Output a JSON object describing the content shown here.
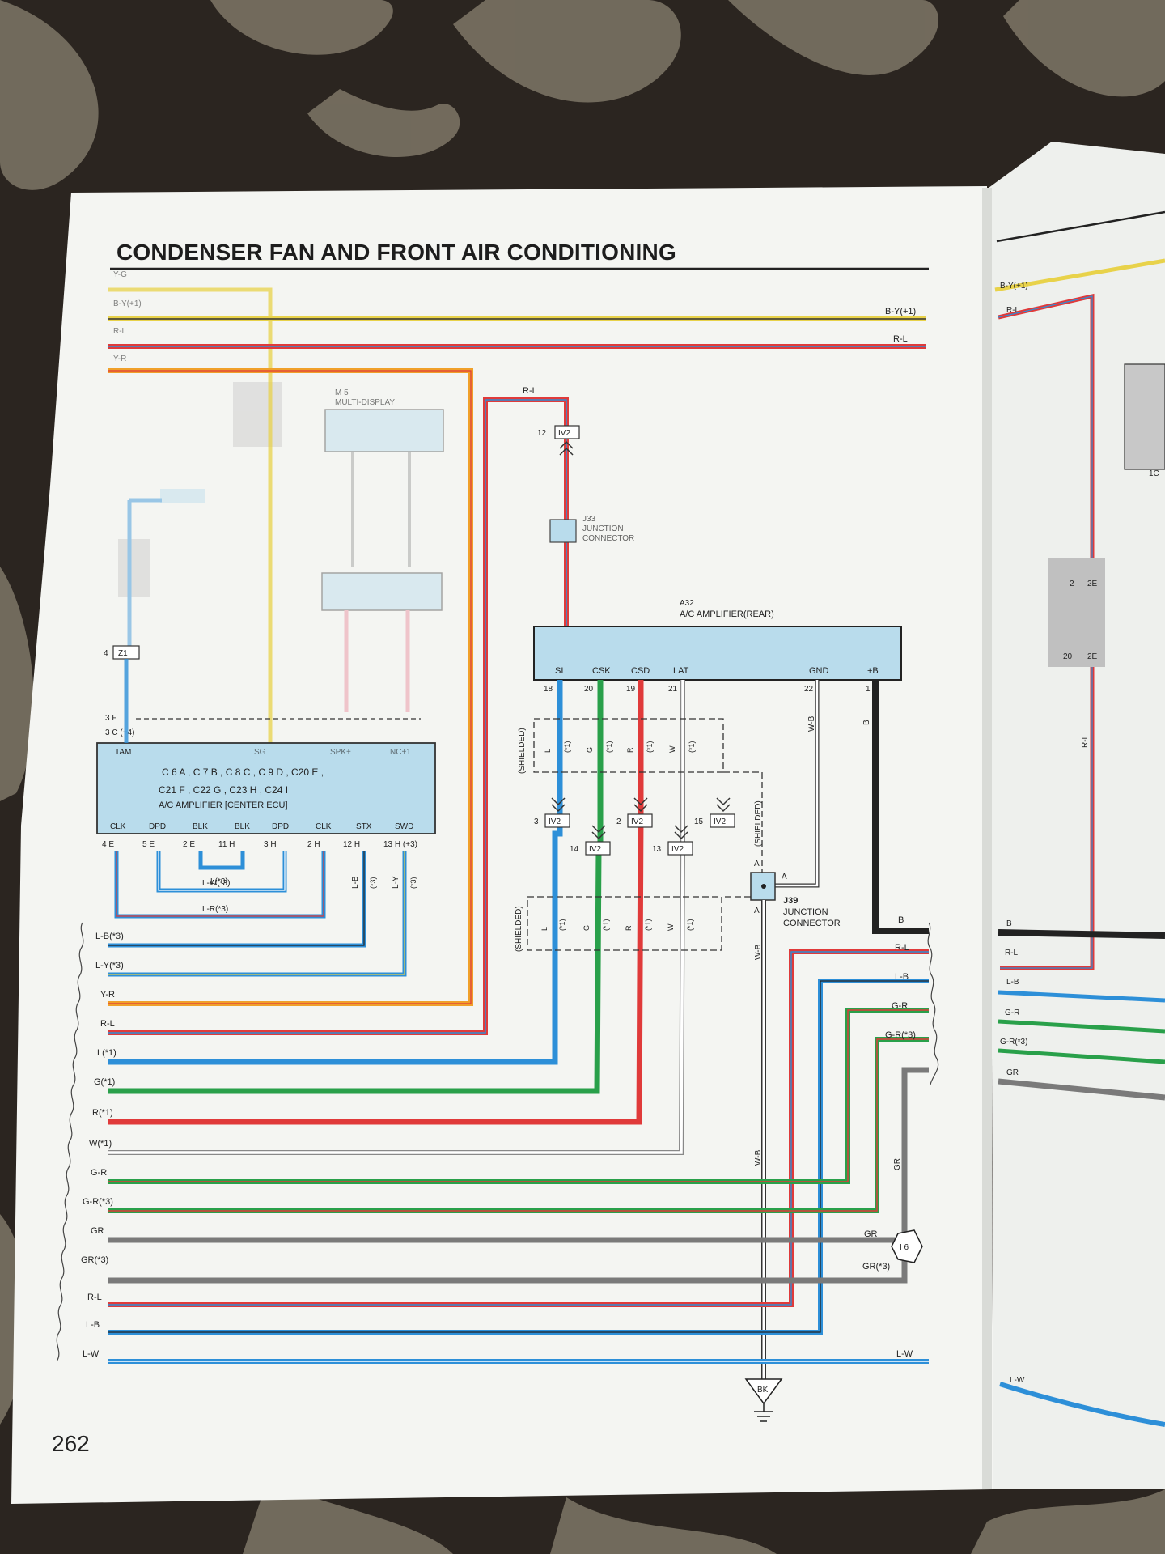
{
  "page": {
    "title": "CONDENSER FAN AND FRONT AIR CONDITIONING",
    "page_number": "262"
  },
  "colors": {
    "fabric": "#2b2520",
    "fabric_pattern": "#8a8270",
    "paper": "#f4f5f2",
    "component_fill": "#b9dcec",
    "wire_R": "#e03a3a",
    "wire_L": "#2d8fd8",
    "wire_G": "#29a04a",
    "wire_Y": "#e8d24a",
    "wire_O": "#f0a02a",
    "wire_B": "#222222",
    "wire_W": "#ffffff",
    "wire_GR": "#7a7a7a"
  },
  "top_bus": {
    "faded_labels": [
      "Y-G",
      "B-Y(+1)",
      "R-L",
      "Y-R"
    ],
    "right_labels": [
      "B-Y(+1)",
      "R-L"
    ]
  },
  "components": {
    "multi_display": {
      "ref": "M 5",
      "name": "MULTI-DISPLAY"
    },
    "j33": {
      "ref": "J33",
      "line1": "JUNCTION",
      "line2": "CONNECTOR"
    },
    "a32": {
      "ref": "A32",
      "name": "A/C AMPLIFIER(REAR)",
      "pins": [
        "SI",
        "CSK",
        "CSD",
        "LAT",
        "GND",
        "+B"
      ],
      "pin_numbers": [
        "18",
        "20",
        "19",
        "21",
        "22",
        "1"
      ]
    },
    "center_ecu": {
      "name": "A/C AMPLIFIER [CENTER ECU]",
      "top_pins": [
        "TAM",
        "SG",
        "SPK+",
        "NC+1"
      ],
      "connector_line1": "C 6 A , C 7 B , C 8 C , C 9 D , C20 E ,",
      "connector_line2": "C21 F , C22 G , C23 H , C24 I",
      "bottom_pins": [
        "CLK",
        "DPD",
        "BLK",
        "BLK",
        "DPD",
        "CLK",
        "STX",
        "SWD"
      ],
      "bottom_pin_codes": [
        "4 E",
        "5 E",
        "2 E",
        "11 H",
        "3 H",
        "2 H",
        "12 H",
        "13 H (+3)"
      ],
      "left_pin_codes": [
        "3 F",
        "3 C (+4)"
      ]
    },
    "j39": {
      "ref": "J39",
      "line1": "JUNCTION",
      "line2": "CONNECTOR",
      "pin": "A"
    },
    "ground": {
      "label": "BK"
    },
    "splice": {
      "label": "I 6"
    }
  },
  "connectors": {
    "iv2_top": {
      "pin": "12",
      "name": "IV2"
    },
    "iv2_row1": [
      {
        "pin": "3",
        "name": "IV2"
      },
      {
        "pin": "2",
        "name": "IV2"
      },
      {
        "pin": "15",
        "name": "IV2"
      }
    ],
    "iv2_row2": [
      {
        "pin": "14",
        "name": "IV2"
      },
      {
        "pin": "13",
        "name": "IV2"
      }
    ],
    "small_left": {
      "pin": "4",
      "name": "Z1"
    }
  },
  "wire_labels": {
    "r_l_top": "R-L",
    "shielded": "(SHIELDED)",
    "shield_upper": [
      "L",
      "(*1)",
      "G",
      "(*1)",
      "R",
      "(*1)",
      "W",
      "(*1)"
    ],
    "shield_lower": [
      "L",
      "(*1)",
      "G",
      "(*1)",
      "R",
      "(*1)",
      "W",
      "(*1)"
    ],
    "w_b": "W-B",
    "b": "B",
    "l_b_v": "L-B",
    "l_y_v": "L-Y",
    "plus3": "(*3)",
    "l_plus3": "L(*3)",
    "l_w_plus3": "L-W(*3)",
    "l_r_plus3": "L-R(*3)",
    "gr_v": "GR",
    "gr_splice_top": "GR",
    "gr_splice_bot": "GR(*3)"
  },
  "bus_left": [
    "L-B(*3)",
    "L-Y(*3)",
    "Y-R",
    "R-L",
    "L(*1)",
    "G(*1)",
    "R(*1)",
    "W(*1)",
    "G-R",
    "G-R(*3)",
    "GR",
    "GR(*3)",
    "R-L",
    "L-B",
    "L-W"
  ],
  "bus_right": [
    "B",
    "R-L",
    "L-B",
    "G-R",
    "G-R(*3)",
    "L-W"
  ],
  "next_page": {
    "labels": [
      "B-Y(+1)",
      "R-L",
      "B",
      "R-L",
      "L-B",
      "G-R",
      "G-R(*3)",
      "GR",
      "L-W",
      "R-L"
    ],
    "pins": [
      "2",
      "2E",
      "20",
      "2E",
      "1C"
    ]
  }
}
